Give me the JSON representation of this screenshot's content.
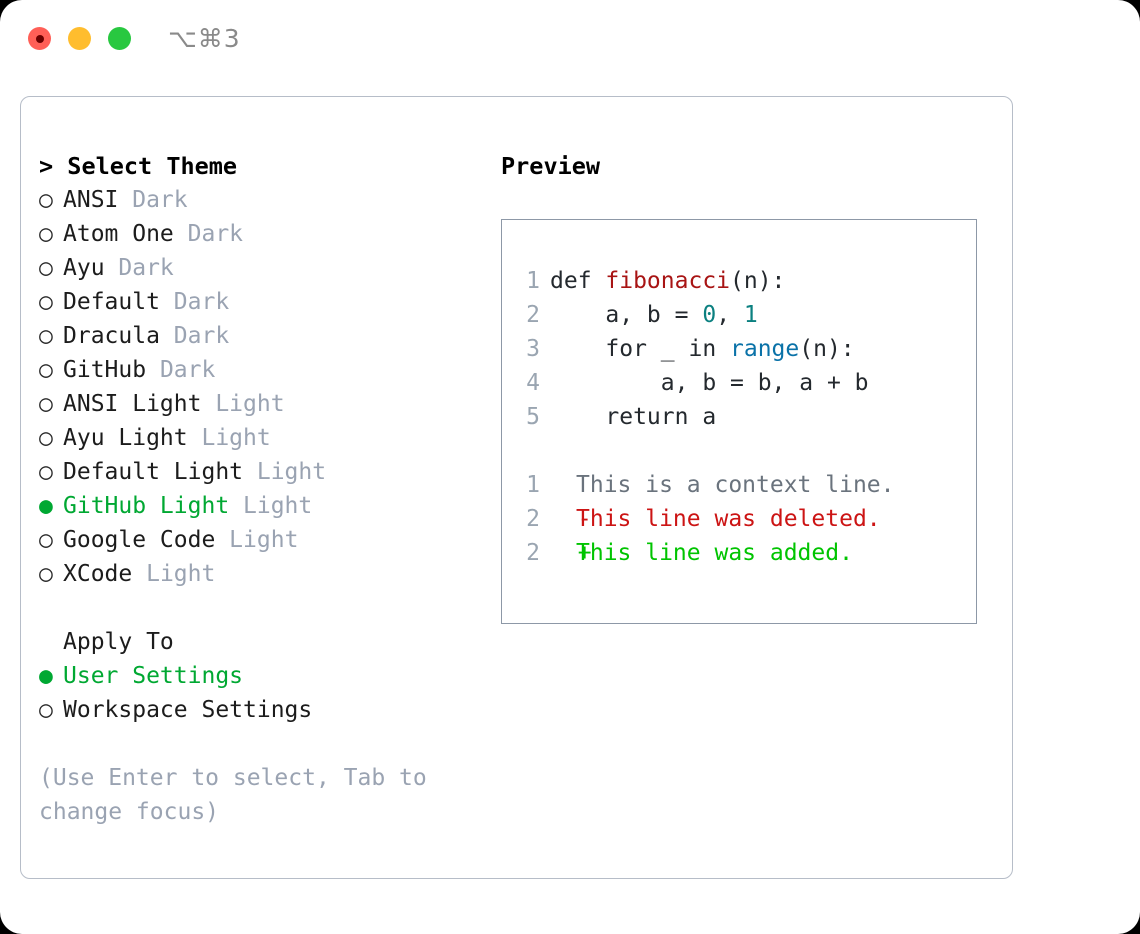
{
  "titlebar": {
    "shortcut": "⌥⌘3",
    "lights": [
      {
        "name": "close",
        "color": "#ff5f57",
        "recording": true
      },
      {
        "name": "minimize",
        "color": "#ffbd2e",
        "recording": false
      },
      {
        "name": "maximize",
        "color": "#28c840",
        "recording": false
      }
    ]
  },
  "theme_picker": {
    "title": "> Select Theme",
    "selected_bullet": "●",
    "unselected_bullet": "○",
    "accent_color": "#00a832",
    "items": [
      {
        "bullet": "○",
        "name": "ANSI",
        "variant": "Dark",
        "selected": false
      },
      {
        "bullet": "○",
        "name": "Atom One",
        "variant": "Dark",
        "selected": false
      },
      {
        "bullet": "○",
        "name": "Ayu",
        "variant": "Dark",
        "selected": false
      },
      {
        "bullet": "○",
        "name": "Default",
        "variant": "Dark",
        "selected": false
      },
      {
        "bullet": "○",
        "name": "Dracula",
        "variant": "Dark",
        "selected": false
      },
      {
        "bullet": "○",
        "name": "GitHub",
        "variant": "Dark",
        "selected": false
      },
      {
        "bullet": "○",
        "name": "ANSI Light",
        "variant": "Light",
        "selected": false
      },
      {
        "bullet": "○",
        "name": "Ayu Light",
        "variant": "Light",
        "selected": false
      },
      {
        "bullet": "○",
        "name": "Default Light",
        "variant": "Light",
        "selected": false
      },
      {
        "bullet": "●",
        "name": "GitHub Light",
        "variant": "Light",
        "selected": true
      },
      {
        "bullet": "○",
        "name": "Google Code",
        "variant": "Light",
        "selected": false
      },
      {
        "bullet": "○",
        "name": "XCode",
        "variant": "Light",
        "selected": false
      }
    ]
  },
  "apply_to": {
    "title": "Apply To",
    "items": [
      {
        "bullet": "●",
        "label": "User Settings",
        "selected": true
      },
      {
        "bullet": "○",
        "label": "Workspace Settings",
        "selected": false
      }
    ]
  },
  "hint": "(Use Enter to select, Tab to change focus)",
  "preview": {
    "label": "Preview",
    "border_color": "#8d98a7",
    "code_lines": [
      {
        "n": "1",
        "segments": [
          {
            "t": "def ",
            "c": "plain"
          },
          {
            "t": "fibonacci",
            "c": "fn"
          },
          {
            "t": "(n):",
            "c": "plain"
          }
        ]
      },
      {
        "n": "2",
        "segments": [
          {
            "t": "    a, b = ",
            "c": "plain"
          },
          {
            "t": "0",
            "c": "num"
          },
          {
            "t": ", ",
            "c": "plain"
          },
          {
            "t": "1",
            "c": "num"
          }
        ]
      },
      {
        "n": "3",
        "segments": [
          {
            "t": "    for _ in ",
            "c": "plain"
          },
          {
            "t": "range",
            "c": "bi"
          },
          {
            "t": "(n):",
            "c": "plain"
          }
        ]
      },
      {
        "n": "4",
        "segments": [
          {
            "t": "        a, b = b, a + b",
            "c": "plain"
          }
        ]
      },
      {
        "n": "5",
        "segments": [
          {
            "t": "    return a",
            "c": "plain"
          }
        ]
      }
    ],
    "diff_lines": [
      {
        "n": "1",
        "mark": " ",
        "text": "This is a context line.",
        "kind": "ctx"
      },
      {
        "n": "2",
        "mark": "-",
        "text": "This line was deleted.",
        "kind": "del"
      },
      {
        "n": "2",
        "mark": "+",
        "text": "This line was added.",
        "kind": "add"
      }
    ],
    "colors": {
      "function": "#a81414",
      "number": "#0b8080",
      "builtin": "#0a72a8",
      "context": "#6a737d",
      "deleted": "#cc1414",
      "added": "#00c400",
      "linenumber": "#9aa5b1"
    }
  }
}
